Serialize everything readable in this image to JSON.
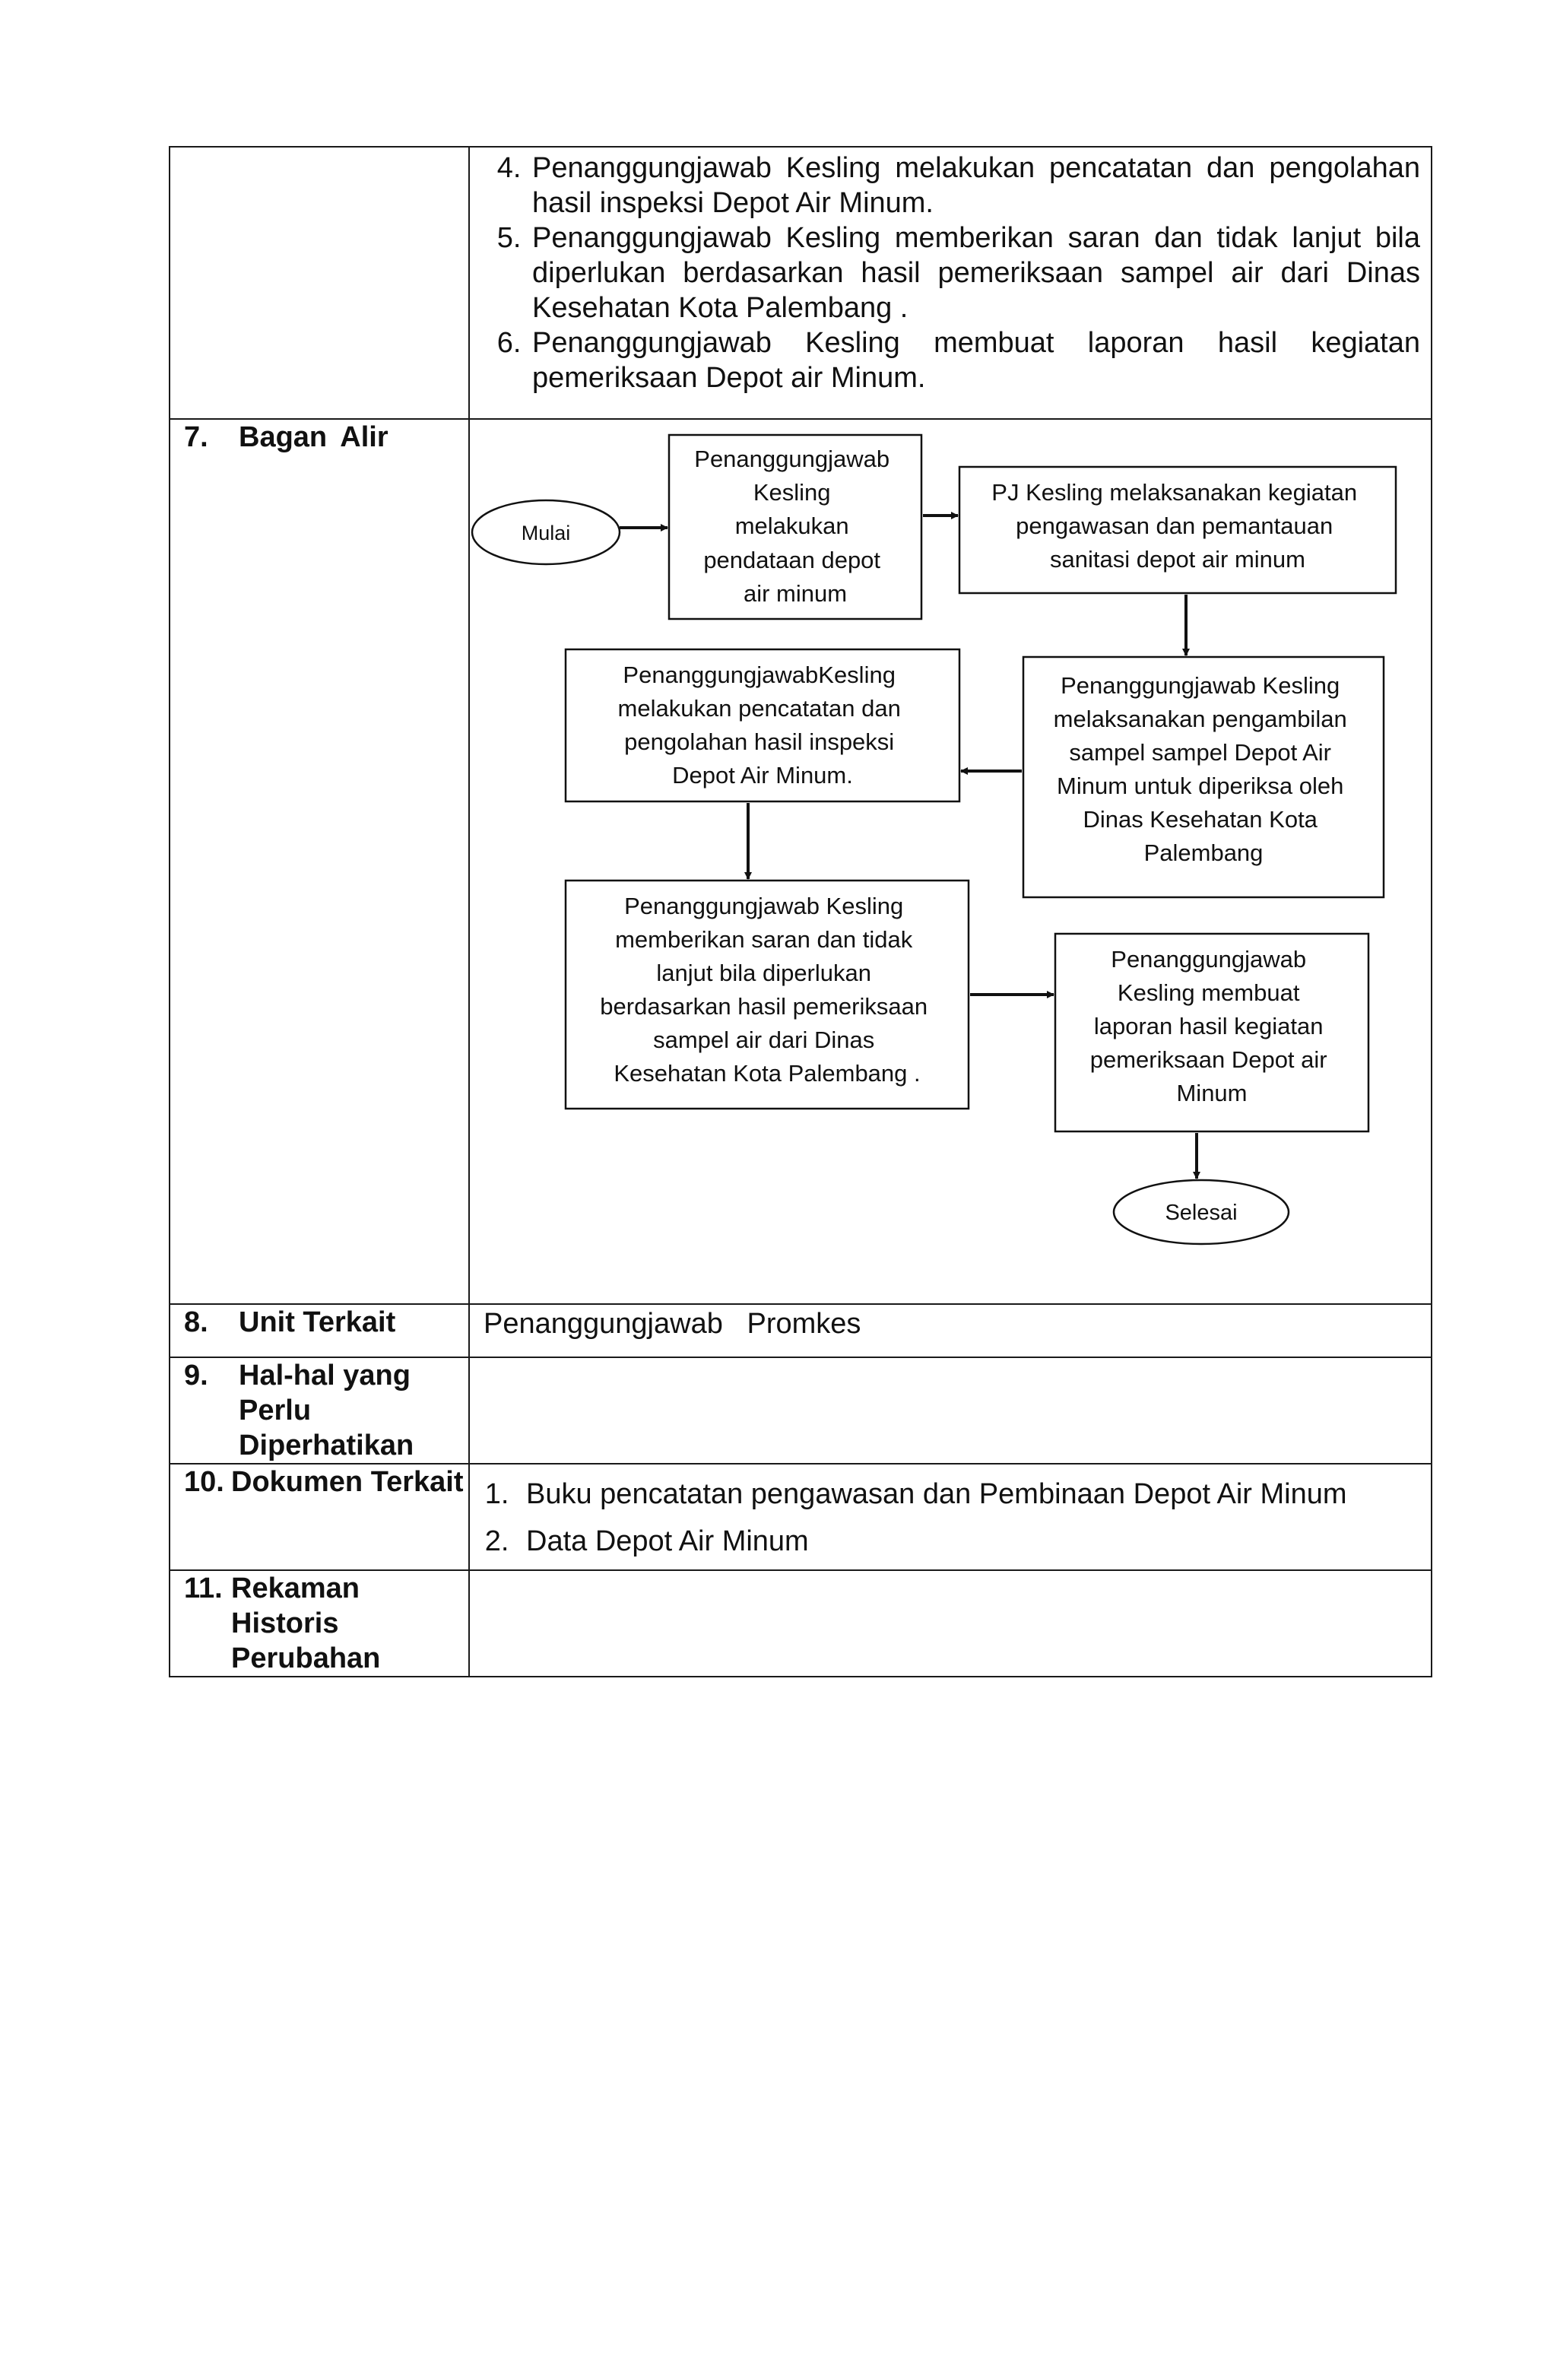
{
  "procedure_steps": [
    "Penanggungjawab Kesling melakukan pencatatan dan pengolahan hasil inspeksi Depot Air Minum.",
    "Penanggungjawab Kesling memberikan saran dan tidak lanjut bila diperlukan berdasarkan hasil pemeriksaan sampel air dari Dinas Kesehatan Kota Palembang .",
    "Penanggungjawab Kesling membuat laporan hasil kegiatan pemeriksaan Depot air Minum."
  ],
  "sections": {
    "bagan_alir": {
      "num": "7.",
      "label": "Bagan Alir"
    },
    "unit_terkait": {
      "num": "8.",
      "label": "Unit Terkait",
      "value": "Penanggungjawab   Promkes"
    },
    "hal_hal": {
      "num": "9.",
      "label": "Hal-hal yang Perlu Diperhatikan"
    },
    "dokumen": {
      "num": "10.",
      "label": "Dokumen Terkait",
      "items": [
        "Buku pencatatan pengawasan dan Pembinaan Depot Air Minum",
        "Data Depot Air Minum"
      ]
    },
    "rekaman": {
      "num": "11.",
      "label": "Rekaman Historis Perubahan"
    }
  },
  "flowchart": {
    "start": "Mulai",
    "end": "Selesai",
    "box1": [
      "Penanggungjawab",
      "Kesling",
      "melakukan",
      "pendataan  depot",
      "air minum"
    ],
    "box2": [
      "PJ Kesling melaksanakan kegiatan",
      "pengawasan  dan pemantauan",
      "sanitasi  depot air minum"
    ],
    "box3": [
      "Penanggungjawab  Kesling",
      "melaksanakan pengambilan",
      "sampel   sampel Depot Air",
      "Minum untuk diperiksa oleh",
      "Dinas Kesehatan Kota",
      "Palembang"
    ],
    "box4": [
      "PenanggungjawabKesling",
      "melakukan pencatatan dan",
      "pengolahan  hasil inspeksi",
      "Depot  Air Minum."
    ],
    "box5": [
      "Penanggungjawab  Kesling",
      "memberikan saran dan tidak",
      "lanjut bila diperlukan",
      "berdasarkan  hasil pemeriksaan",
      "sampel air  dari Dinas",
      "Kesehatan Kota Palembang  ."
    ],
    "box6": [
      "Penanggungjawab",
      "Kesling membuat",
      "laporan hasil kegiatan",
      "pemeriksaan  Depot air",
      "Minum"
    ]
  }
}
